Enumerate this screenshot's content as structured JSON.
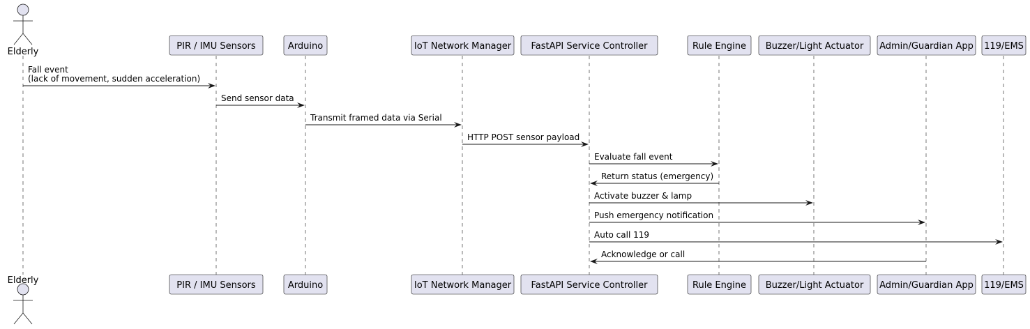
{
  "participants": [
    {
      "id": "elderly",
      "label": "Elderly",
      "kind": "actor"
    },
    {
      "id": "sensors",
      "label": "PIR / IMU Sensors",
      "kind": "participant"
    },
    {
      "id": "arduino",
      "label": "Arduino",
      "kind": "participant"
    },
    {
      "id": "iot",
      "label": "IoT Network Manager",
      "kind": "participant"
    },
    {
      "id": "fastapi",
      "label": "FastAPI Service Controller",
      "kind": "participant"
    },
    {
      "id": "rule",
      "label": "Rule Engine",
      "kind": "participant"
    },
    {
      "id": "actuator",
      "label": "Buzzer/Light Actuator",
      "kind": "participant"
    },
    {
      "id": "app",
      "label": "Admin/Guardian App",
      "kind": "participant"
    },
    {
      "id": "ems",
      "label": "119/EMS",
      "kind": "participant"
    }
  ],
  "messages": [
    {
      "from": "elderly",
      "to": "sensors",
      "lines": [
        "Fall event",
        "(lack of movement, sudden acceleration)"
      ]
    },
    {
      "from": "sensors",
      "to": "arduino",
      "lines": [
        "Send sensor data"
      ]
    },
    {
      "from": "arduino",
      "to": "iot",
      "lines": [
        "Transmit framed data via Serial"
      ]
    },
    {
      "from": "iot",
      "to": "fastapi",
      "lines": [
        "HTTP POST sensor payload"
      ]
    },
    {
      "from": "fastapi",
      "to": "rule",
      "lines": [
        "Evaluate fall event"
      ]
    },
    {
      "from": "rule",
      "to": "fastapi",
      "lines": [
        "Return status (emergency)"
      ]
    },
    {
      "from": "fastapi",
      "to": "actuator",
      "lines": [
        "Activate buzzer & lamp"
      ]
    },
    {
      "from": "fastapi",
      "to": "app",
      "lines": [
        "Push emergency notification"
      ]
    },
    {
      "from": "fastapi",
      "to": "ems",
      "lines": [
        "Auto call 119"
      ]
    },
    {
      "from": "app",
      "to": "fastapi",
      "lines": [
        "Acknowledge or call"
      ]
    }
  ]
}
